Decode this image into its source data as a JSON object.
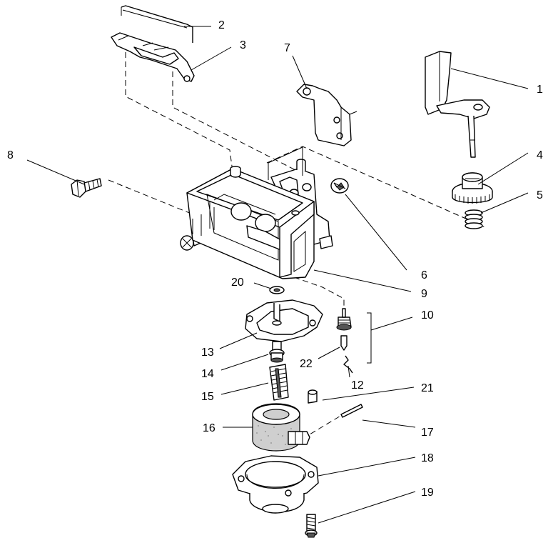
{
  "diagram": {
    "callouts": [
      {
        "id": "1",
        "label": "1"
      },
      {
        "id": "2",
        "label": "2"
      },
      {
        "id": "3",
        "label": "3"
      },
      {
        "id": "4",
        "label": "4"
      },
      {
        "id": "5",
        "label": "5"
      },
      {
        "id": "6",
        "label": "6"
      },
      {
        "id": "7",
        "label": "7"
      },
      {
        "id": "8",
        "label": "8"
      },
      {
        "id": "9",
        "label": "9"
      },
      {
        "id": "10",
        "label": "10"
      },
      {
        "id": "12",
        "label": "12"
      },
      {
        "id": "13",
        "label": "13"
      },
      {
        "id": "14",
        "label": "14"
      },
      {
        "id": "15",
        "label": "15"
      },
      {
        "id": "16",
        "label": "16"
      },
      {
        "id": "17",
        "label": "17"
      },
      {
        "id": "18",
        "label": "18"
      },
      {
        "id": "19",
        "label": "19"
      },
      {
        "id": "20",
        "label": "20"
      },
      {
        "id": "21",
        "label": "21"
      },
      {
        "id": "22",
        "label": "22"
      }
    ]
  }
}
